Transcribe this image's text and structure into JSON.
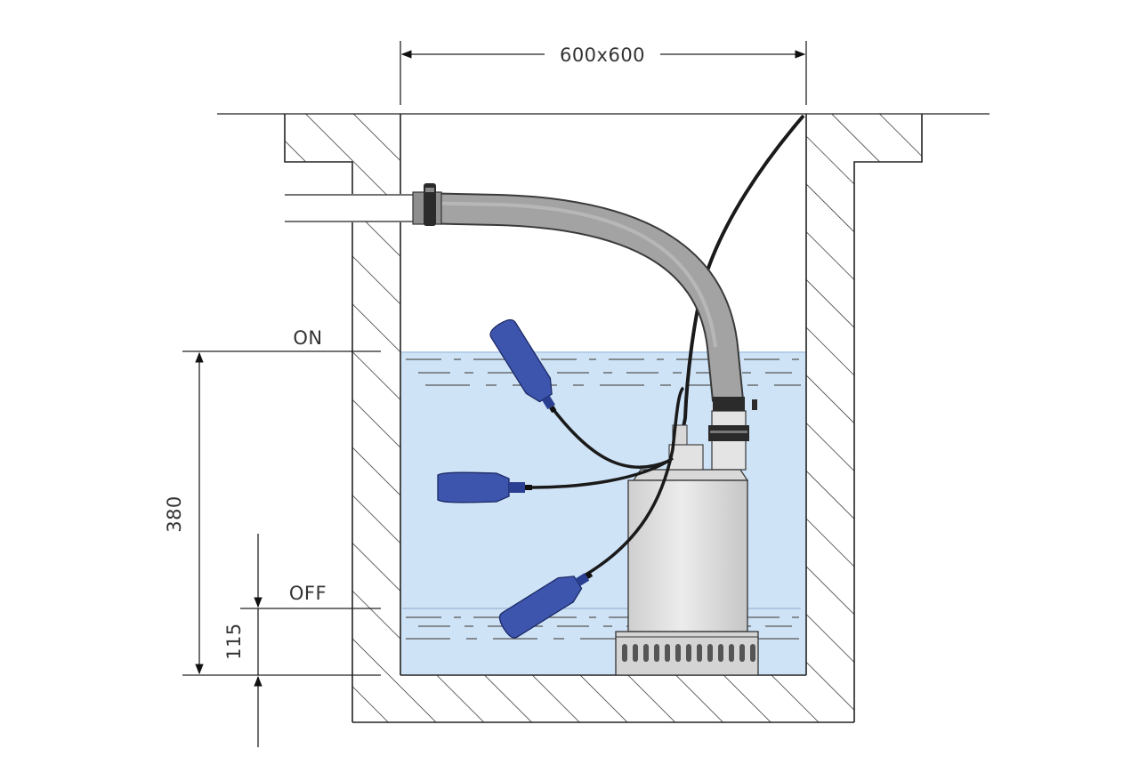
{
  "labels": {
    "width_dimension": "600x600",
    "on_level": "ON",
    "off_level": "OFF",
    "height_on": "380",
    "height_off": "115"
  },
  "colors": {
    "water": "#cfe3f7",
    "wall_stroke": "#222222",
    "hose": "#9c9c9c",
    "pump_body": "#e2e2e2",
    "float_switch": "#3e55ad",
    "cable": "#1a1a1a"
  },
  "icons": {
    "float_switch": "float-switch-icon",
    "pump": "submersible-pump-icon"
  }
}
